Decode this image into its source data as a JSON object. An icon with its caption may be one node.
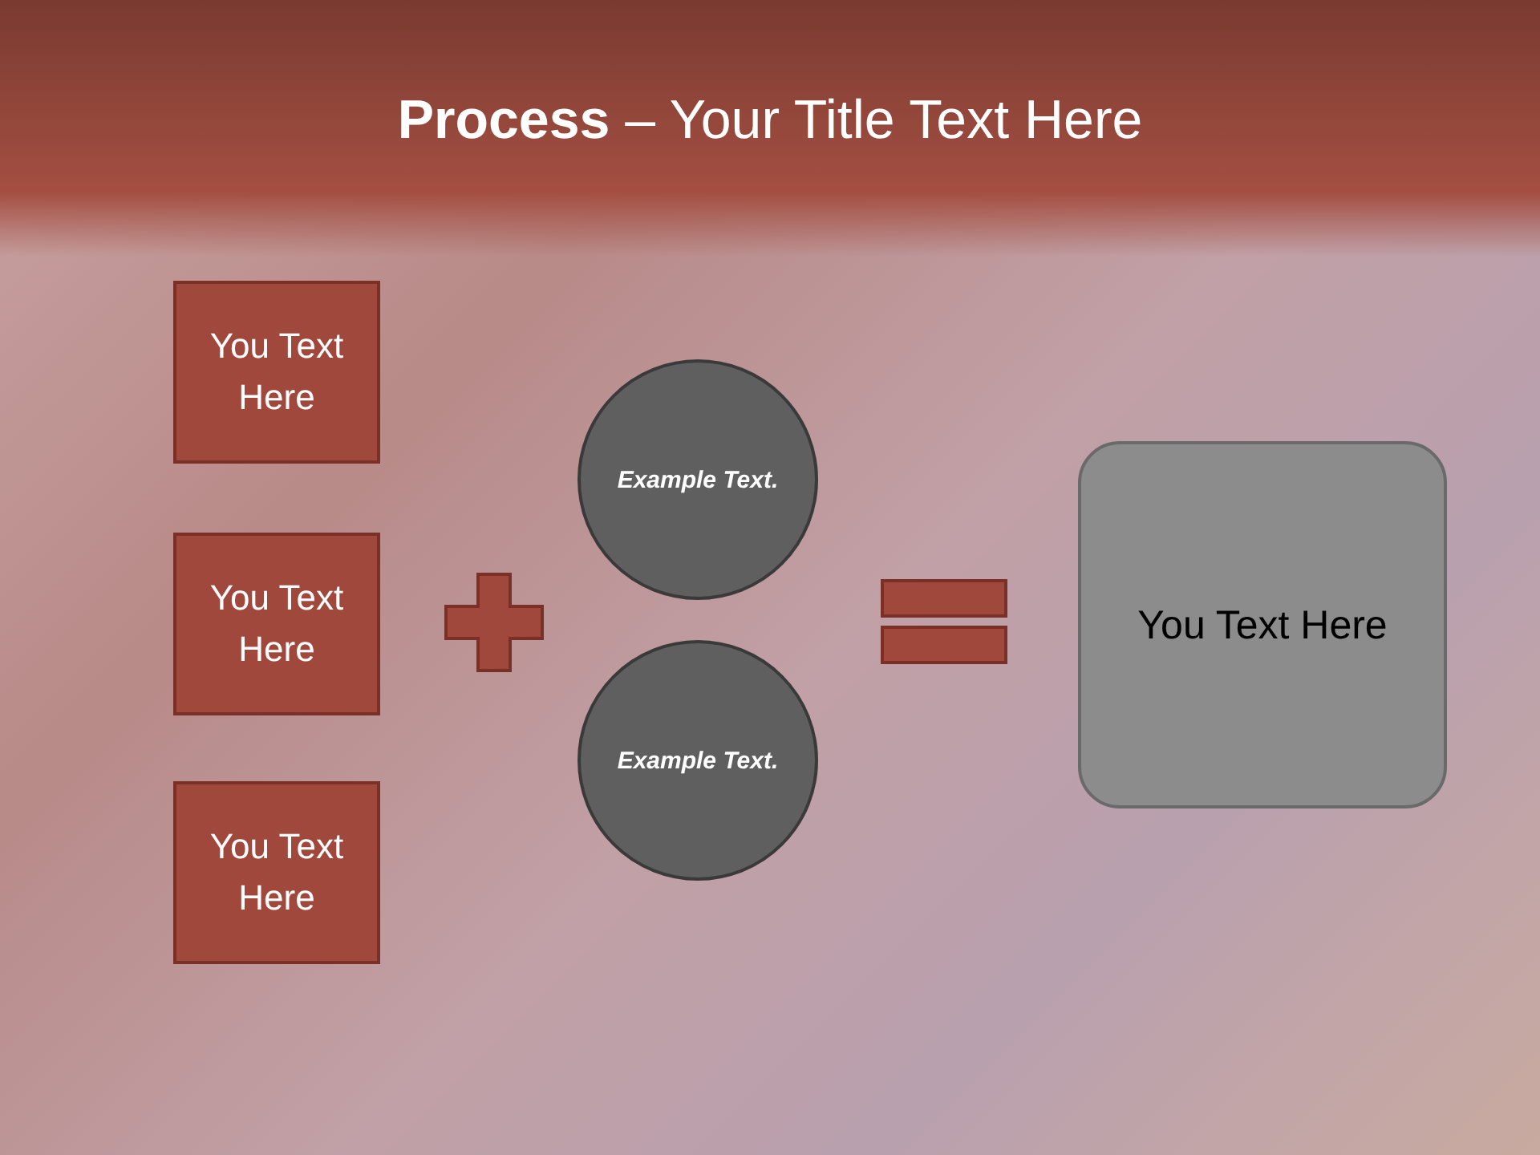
{
  "diagram": {
    "title": "**Process** – Your Title Text Here",
    "nodes": [
      {
        "text": [
          "You Text Here"
        ]
      },
      {
        "text": [
          "You Text Here"
        ]
      },
      {
        "text": [
          "You Text Here"
        ]
      },
      {
        "text": [
          "Example Text."
        ]
      },
      {
        "text": [
          "Example Text."
        ]
      },
      {
        "text": [
          "You Text Here"
        ]
      }
    ],
    "edges": []
  }
}
